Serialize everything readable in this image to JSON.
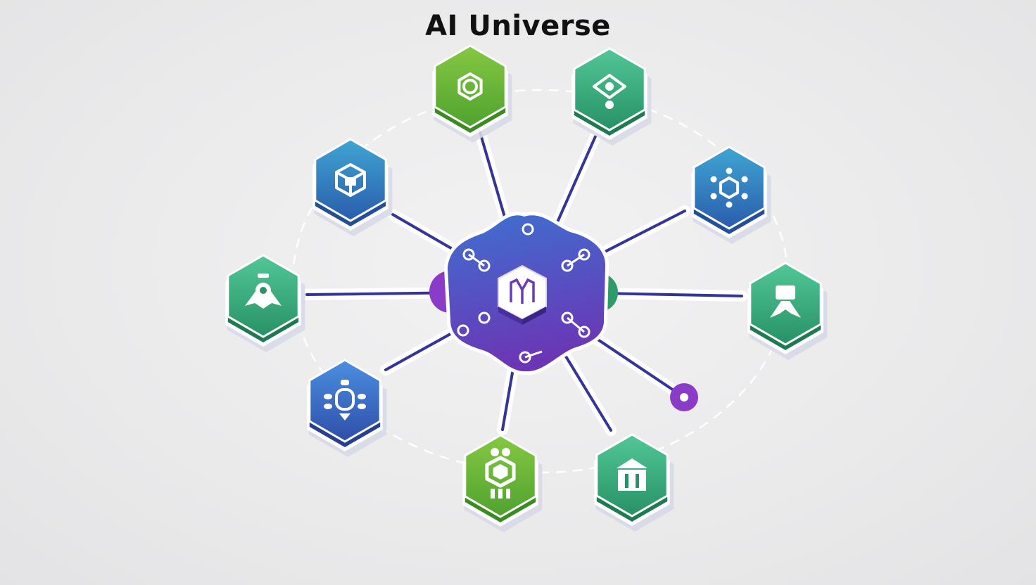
{
  "title": "AI Universe",
  "colors": {
    "background": "#ebebec",
    "hub_top": "#3f6fcf",
    "hub_bottom": "#6a3ab8",
    "connector": "#34349a",
    "connector_outline": "#ffffff",
    "orbit": "#ffffff",
    "green_light": "#7cc242",
    "green_dark": "#4a9e2e",
    "teal_light": "#4cc28f",
    "teal_dark": "#2a9266",
    "blue_light": "#3f9fd0",
    "blue_dark": "#2b5fb0",
    "blue2_light": "#4a8ede",
    "blue2_dark": "#2f4fae",
    "purple_dot": "#8a3cc8"
  },
  "hub": {
    "name": "central-hub",
    "icon": "cube-logo-icon",
    "left_tab_color": "#8a3cc8",
    "right_tab_color": "#2e9a6a"
  },
  "nodes": [
    {
      "name": "node-top-left-green",
      "icon": "hexagon-ring-icon",
      "theme": "green"
    },
    {
      "name": "node-top-right-teal",
      "icon": "eye-pin-icon",
      "theme": "teal"
    },
    {
      "name": "node-left-upper-blue",
      "icon": "cube-stack-icon",
      "theme": "blue"
    },
    {
      "name": "node-right-upper-blue",
      "icon": "molecule-network-icon",
      "theme": "blue"
    },
    {
      "name": "node-left-teal",
      "icon": "robot-head-icon",
      "theme": "teal"
    },
    {
      "name": "node-right-teal",
      "icon": "person-icon",
      "theme": "teal"
    },
    {
      "name": "node-left-lower-blue",
      "icon": "beetle-bot-icon",
      "theme": "blue2"
    },
    {
      "name": "node-bottom-green",
      "icon": "hex-robot-icon",
      "theme": "green"
    },
    {
      "name": "node-bottom-right-teal",
      "icon": "pillar-building-icon",
      "theme": "teal"
    }
  ],
  "endpoint_dot": {
    "name": "endpoint-dot",
    "icon": "purple-dot-icon"
  }
}
